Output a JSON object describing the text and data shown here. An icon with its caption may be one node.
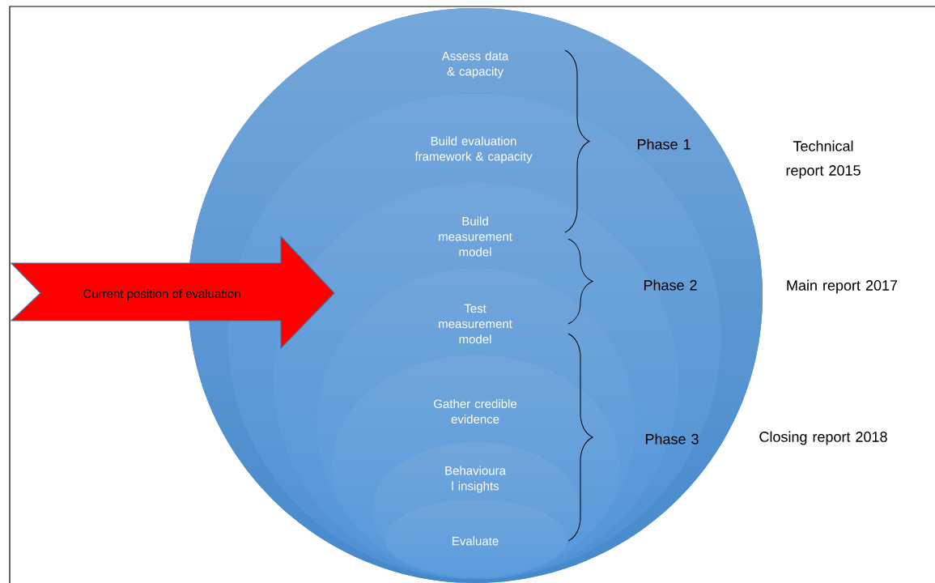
{
  "diagram": {
    "nodes": [
      {
        "text": [
          "Assess data & capacity"
        ]
      },
      {
        "text": [
          "Build evaluation framework & capacity"
        ],
        "in": 0
      },
      {
        "text": [
          "Build measurement model"
        ],
        "in": 1
      },
      {
        "text": [
          "Test measurement model"
        ],
        "in": 2
      },
      {
        "text": [
          "Gather credible evidence"
        ],
        "in": 3
      },
      {
        "text": [
          "Behavioura l insights"
        ],
        "in": 4
      },
      {
        "text": [
          "Evaluate"
        ],
        "in": 5
      },
      {
        "text": [
          "Current position of evaluation"
        ]
      }
    ],
    "labels": [
      "Phase 1",
      "Technical report 2015",
      "Phase 2",
      "Main report 2017",
      "Phase 3",
      "Closing report 2018"
    ]
  }
}
